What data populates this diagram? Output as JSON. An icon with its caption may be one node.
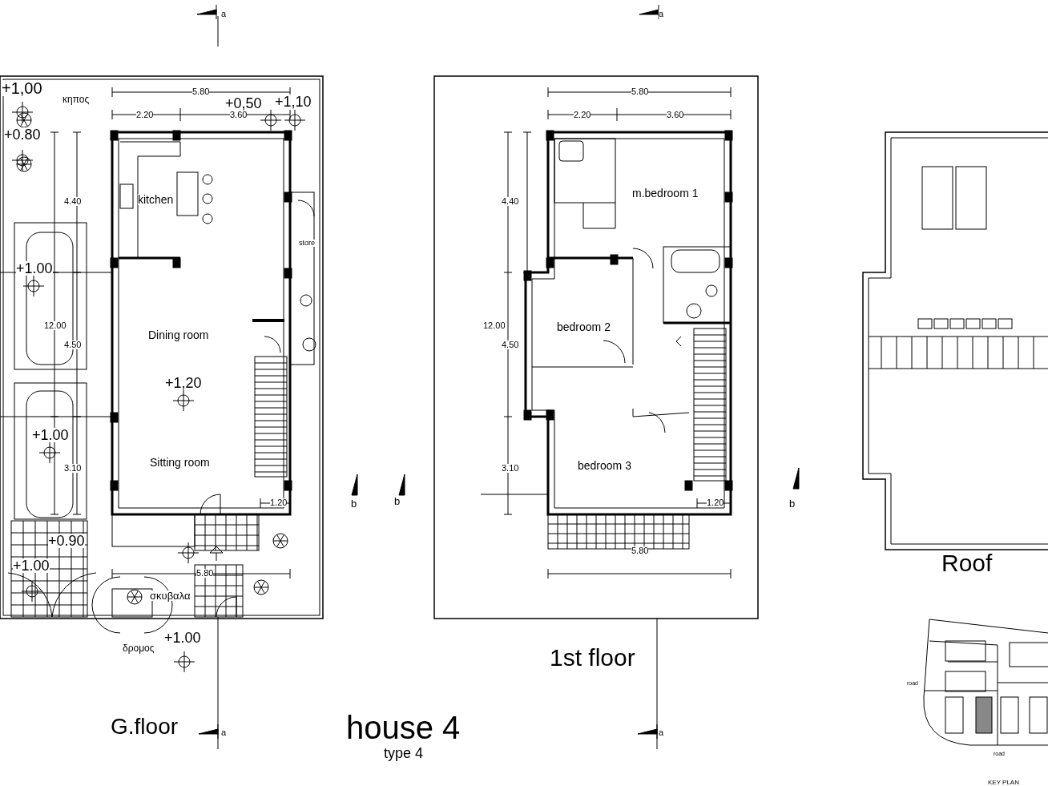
{
  "diagram": {
    "title": "house 4",
    "labels": [
      "a",
      "a",
      "+1,00",
      "κηπος",
      "5.80",
      "+0,50",
      "+1,10",
      "2.20",
      "3.60",
      "+0.80",
      "4.40",
      "kitchen",
      "store",
      "+1.00",
      "12.00",
      "Dining room",
      "4.50",
      "+1,20",
      "+1.00",
      "3.10",
      "Sitting room",
      "1.20",
      "b",
      "+0.90",
      "+1.00",
      "5.80",
      "σκυβαλα",
      "+1.00",
      "δρομος",
      "G.floor",
      "a",
      "type 4",
      "b",
      "5.80",
      "2.20",
      "3.60",
      "4.40",
      "m.bedroom 1",
      "12.00",
      "bedroom 2",
      "4.50",
      "3.10",
      "bedroom 3",
      "1.20",
      "b",
      "5.80",
      "1st floor",
      "a",
      "Roof",
      "road",
      "road",
      "KEY PLAN"
    ]
  }
}
